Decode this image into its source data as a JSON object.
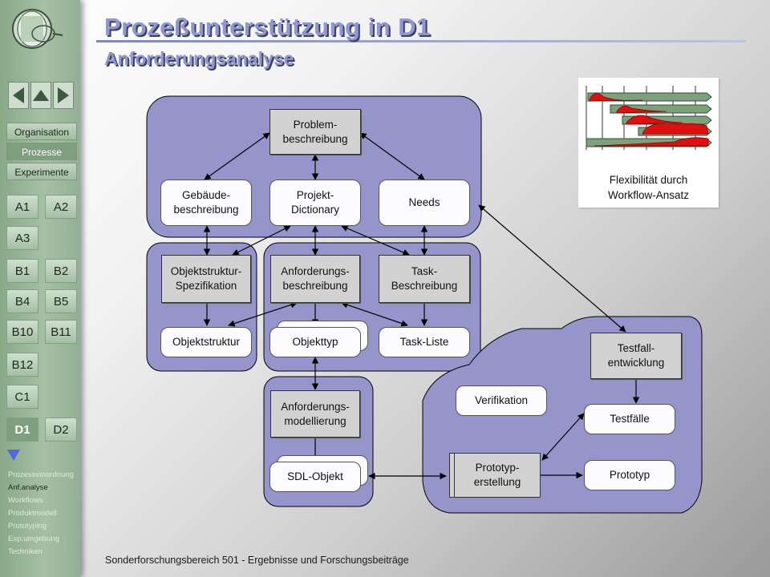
{
  "title": "Prozeßunterstützung in D1",
  "subtitle": "Anforderungsanalyse",
  "footer": "Sonderforschungsbereich 501 - Ergebnisse und Forschungsbeiträge",
  "sidebar": {
    "tabs": [
      {
        "label": "Organisation",
        "active": false
      },
      {
        "label": "Prozesse",
        "active": true
      },
      {
        "label": "Experimente",
        "active": false
      }
    ],
    "sections": [
      "A1",
      "A2",
      "A3",
      "B1",
      "B2",
      "B4",
      "B5",
      "B10",
      "B11",
      "B12",
      "C1",
      "D1",
      "D2"
    ],
    "active_section": "D1",
    "sublinks": [
      {
        "label": "Prozesseinordnung",
        "active": false
      },
      {
        "label": "Anf.analyse",
        "active": true
      },
      {
        "label": "Workflows",
        "active": false
      },
      {
        "label": "Produktmodell",
        "active": false
      },
      {
        "label": "Prototyping",
        "active": false
      },
      {
        "label": "Exp.umgebung",
        "active": false
      },
      {
        "label": "Techniken",
        "active": false
      }
    ],
    "nav_icons": [
      "arrow-left-icon",
      "arrow-up-icon",
      "arrow-right-icon"
    ]
  },
  "diagram": {
    "nodes": {
      "problem": "Problem-\nbeschreibung",
      "gebaeude": "Gebäude-\nbeschreibung",
      "projekt": "Projekt-\nDictionary",
      "needs": "Needs",
      "objspec": "Objektstruktur-\nSpezifikation",
      "anfbesch": "Anforderungs-\nbeschreibung",
      "taskbesch": "Task-\nBeschreibung",
      "objstruktur": "Objektstruktur",
      "objekttyp": "Objekttyp",
      "taskliste": "Task-Liste",
      "anfmod": "Anforderungs-\nmodellierung",
      "sdl": "SDL-Objekt",
      "testfallentw": "Testfall-\nentwicklung",
      "verifikation": "Verifikation",
      "testfaelle": "Testfälle",
      "prototyperst": "Prototyp-\nerstellung",
      "prototyp": "Prototyp"
    },
    "colors": {
      "panel": "#9595cc",
      "box": "#d2d2d2",
      "pill": "#fbfbfd"
    }
  },
  "inset": {
    "caption": "Flexibilität durch\nWorkflow-Ansatz",
    "colors": {
      "bar": "#6f9a6f",
      "peak": "#e01010"
    }
  }
}
